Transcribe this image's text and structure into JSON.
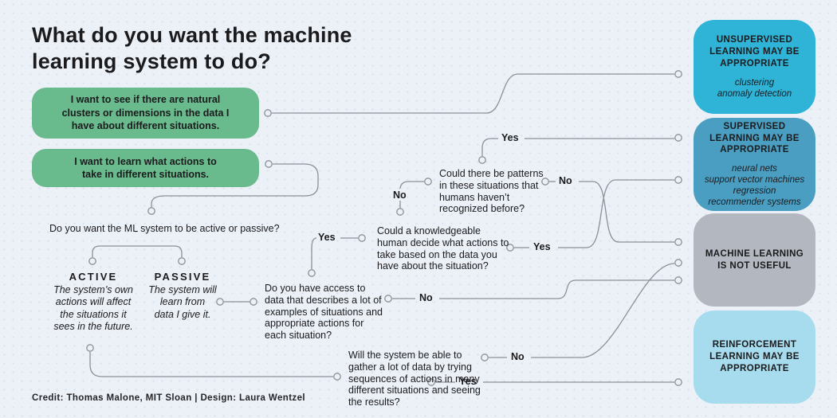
{
  "title": "What do you want the machine\nlearning system to do?",
  "credit": "Credit: Thomas Malone, MIT Sloan | Design: Laura Wentzel",
  "start_options": {
    "clusters": "I want to see if there are natural\nclusters or dimensions in the data I\nhave about different situations.",
    "actions": "I want to learn what actions to\ntake in different situations."
  },
  "questions": {
    "active_passive": "Do you want the ML system to be active or passive?",
    "access": "Do you have access to\ndata that describes a lot of\nexamples of situations and\nappropriate actions for\neach situation?",
    "knowledgeable": "Could a knowledgeable\nhuman decide what actions to\ntake based on the data you\nhave about the situation?",
    "patterns": "Could there be patterns\nin these situations that\nhumans haven’t\nrecognized before?",
    "gather": "Will the system be able to\ngather a lot of data by trying\nsequences of actions in many\ndifferent situations and seeing\nthe results?"
  },
  "branches": {
    "active": {
      "label": "ACTIVE",
      "desc": "The system’s own\nactions will affect\nthe situations it\nsees in the future."
    },
    "passive": {
      "label": "PASSIVE",
      "desc": "The system will\nlearn from\ndata I give it."
    }
  },
  "answers": {
    "access_yes": "Yes",
    "access_no": "No",
    "knowledgeable_no_up": "No",
    "knowledgeable_yes": "Yes",
    "patterns_yes": "Yes",
    "patterns_no": "No",
    "gather_no": "No",
    "gather_yes": "Yes"
  },
  "outcomes": {
    "unsupervised": {
      "title": "UNSUPERVISED\nLEARNING MAY BE\nAPPROPRIATE",
      "items": "clustering\nanomaly detection",
      "color": "#2fb3d6"
    },
    "supervised": {
      "title": "SUPERVISED\nLEARNING MAY BE\nAPPROPRIATE",
      "items": "neural nets\nsupport vector machines\nregression\nrecommender systems",
      "color": "#4a9ec2"
    },
    "not_useful": {
      "title": "MACHINE LEARNING\nIS NOT USEFUL",
      "items": "",
      "color": "#b3b7bf"
    },
    "reinforcement": {
      "title": "REINFORCEMENT\nLEARNING MAY BE\nAPPROPRIATE",
      "items": "",
      "color": "#a6dcee"
    }
  },
  "colors": {
    "background": "#ecf1f8",
    "dot_grid": "#d6dfed",
    "start_box_green": "#69ba8c",
    "line_gray": "#8b9099",
    "text": "#1b1b1d"
  }
}
